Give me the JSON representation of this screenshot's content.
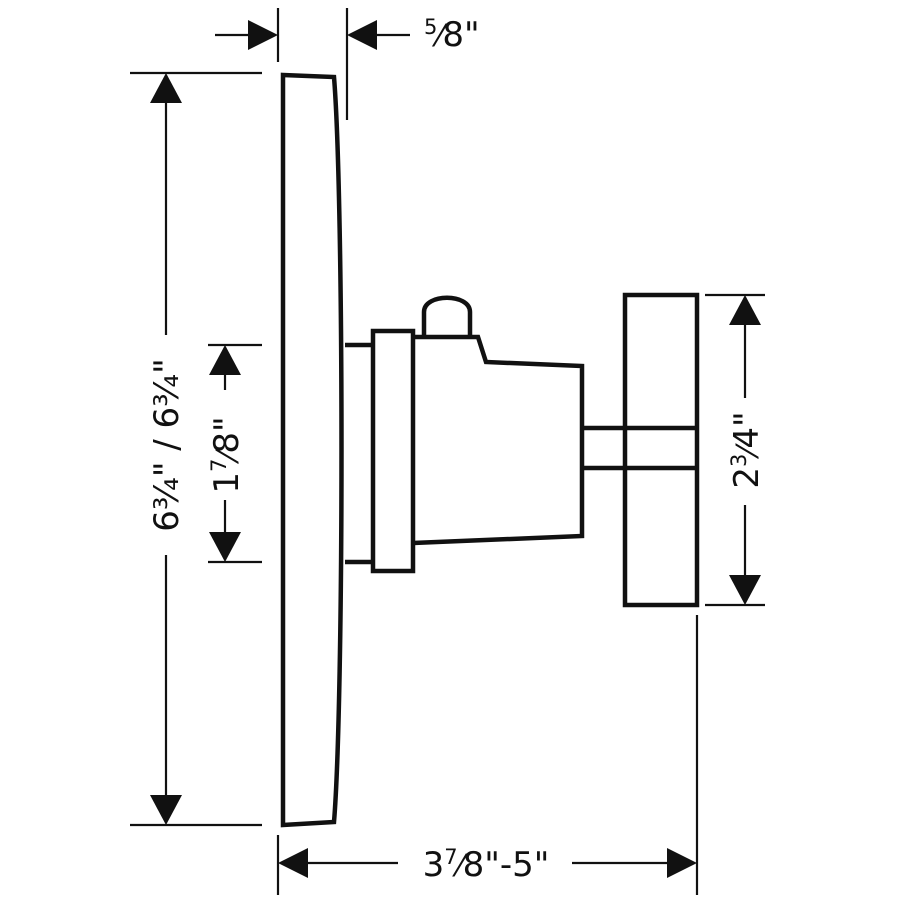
{
  "dimensions": {
    "top_depth": {
      "whole": "",
      "num": "5",
      "den": "8",
      "suffix": "\""
    },
    "plate_height": {
      "text": "6¾\" / 6¾\""
    },
    "body_height": {
      "whole": "1",
      "num": "7",
      "den": "8",
      "suffix": "\""
    },
    "handle_height": {
      "whole": "2",
      "num": "3",
      "den": "4",
      "suffix": "\""
    },
    "overall_depth": {
      "whole": "3",
      "num": "7",
      "den": "8",
      "suffix": "\"-5\""
    }
  }
}
